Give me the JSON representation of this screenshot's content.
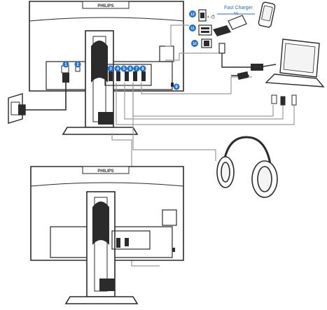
{
  "brand": "PHILIPS",
  "fast_charger_label": "Fast Charger",
  "fast_charger_symbol": "ϟϟ",
  "callouts": {
    "c1": "1",
    "c2": "2",
    "c3": "3",
    "c4": "4",
    "c5": "5",
    "c6": "6",
    "c7": "7",
    "c8": "8",
    "c9": "9",
    "c10": "10",
    "c11": "11",
    "c12": "12"
  },
  "usb_trident": "⇠⛣",
  "colors": {
    "line": "#2b2b2b",
    "cable_gray": "#9a9a9a",
    "callout_blue": "#1f6fd1",
    "fill_light": "#f4f4f4"
  }
}
